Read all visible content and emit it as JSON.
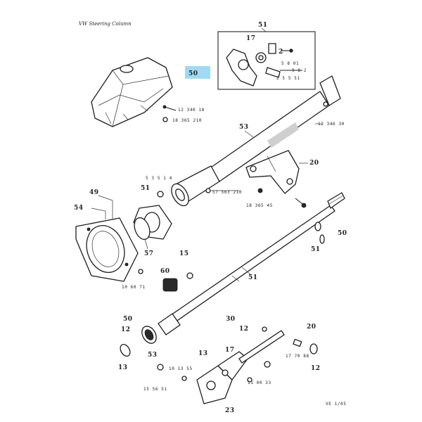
{
  "diagram": {
    "title": "VW Steering Column",
    "page_ref": "VE 1/05",
    "highlight_color": "#8fd3f0",
    "callouts": {
      "cover": "50",
      "box": "51",
      "box_part_a": "17",
      "box_part_b": "2",
      "bolt_a": "12 340 18",
      "bolt_b": "18 365 210",
      "tube_label": "53",
      "tube_small": "12 346 30",
      "bracket": "20",
      "nut_label": "20",
      "washer_a": "5 3 5 1 4",
      "washer_b": "51",
      "washer_c": "57 563 210",
      "screw_right": "18 365 45",
      "housing_a": "49",
      "housing_b": "54",
      "seal": "57",
      "shaft": "51",
      "ring_small": "15",
      "label_small_1": "10 60 71",
      "cap": "60",
      "bushing": "50",
      "ring_b": "51",
      "right_small": "50",
      "lower_a": "12",
      "lower_b": "13",
      "lower_c": "53",
      "lower_d": "30",
      "lower_e": "12",
      "lower_f": "20",
      "lower_g": "17 70 88",
      "lower_h": "12",
      "lower_i": "13",
      "lower_j": "10 13 55",
      "lower_k": "17",
      "lower_l": "15 56 51",
      "lower_m": "11 00 33",
      "lower_n": "23"
    }
  }
}
